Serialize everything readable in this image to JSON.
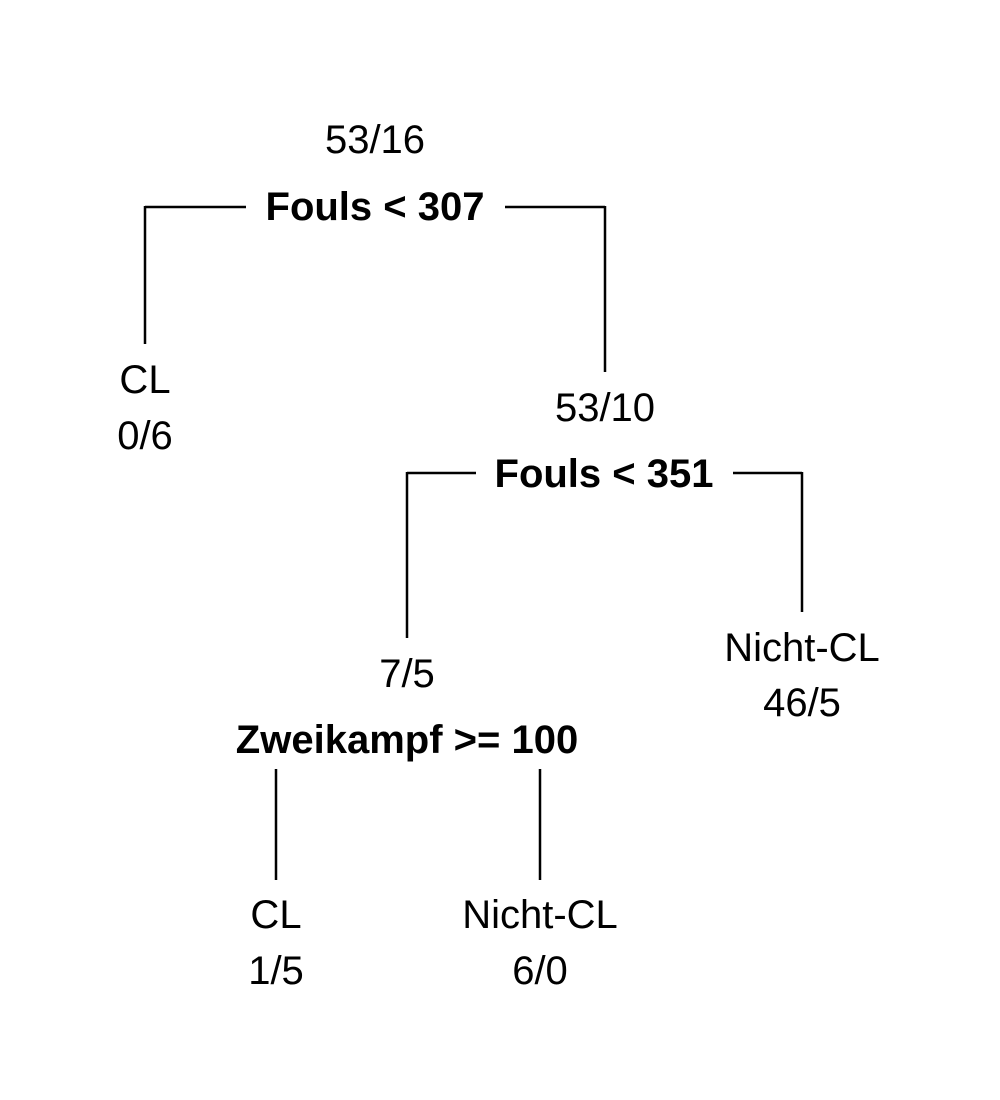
{
  "tree": {
    "root": {
      "counts": "53/16",
      "split": "Fouls < 307"
    },
    "leaf_left": {
      "label": "CL",
      "counts": "0/6"
    },
    "node_right": {
      "counts": "53/10",
      "split": "Fouls < 351"
    },
    "node_mid": {
      "counts": "7/5",
      "split": "Zweikampf >= 100"
    },
    "leaf_right": {
      "label": "Nicht-CL",
      "counts": "46/5"
    },
    "leaf_bottom_left": {
      "label": "CL",
      "counts": "1/5"
    },
    "leaf_bottom_right": {
      "label": "Nicht-CL",
      "counts": "6/0"
    }
  }
}
